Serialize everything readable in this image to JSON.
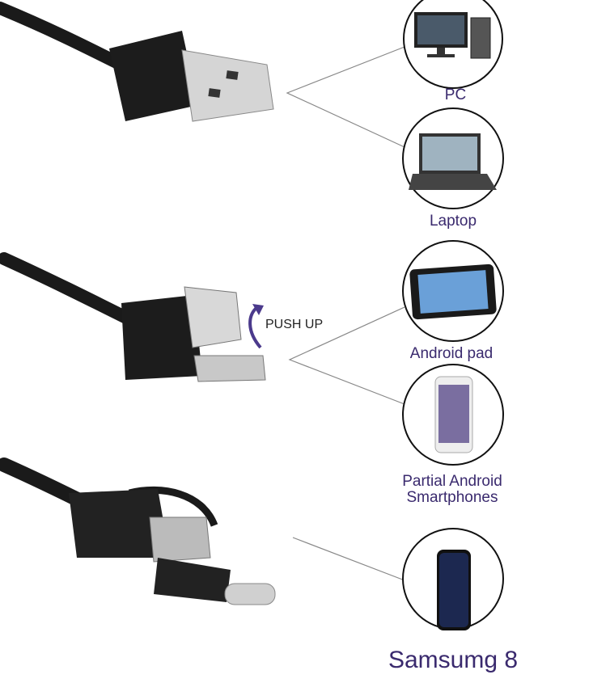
{
  "colors": {
    "label": "#3a2a6e",
    "cable": "#1a1a1a",
    "line": "#888888",
    "arrow": "#4b3a8c"
  },
  "annotations": {
    "push_up": "PUSH UP"
  },
  "devices": [
    {
      "id": "pc",
      "label": "PC",
      "icon": "desktop-pc-icon"
    },
    {
      "id": "laptop",
      "label": "Laptop",
      "icon": "laptop-icon"
    },
    {
      "id": "android_pad",
      "label": "Android pad",
      "icon": "tablet-icon"
    },
    {
      "id": "smartphones",
      "label_line1": "Partial Android",
      "label_line2": "Smartphones",
      "icon": "smartphone-icon"
    },
    {
      "id": "samsung",
      "label": "Samsumg 8",
      "icon": "samsung-phone-icon"
    }
  ]
}
